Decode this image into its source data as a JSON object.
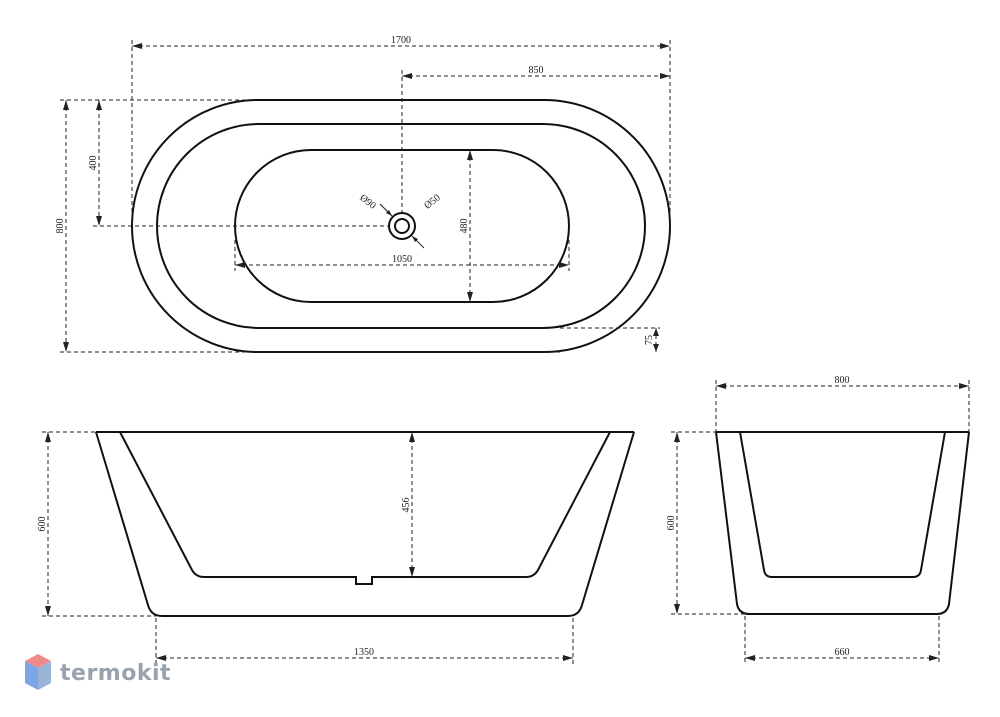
{
  "top_view": {
    "overall_length": "1700",
    "half_length": "850",
    "overall_width": "800",
    "half_width": "400",
    "basin_length": "1050",
    "basin_width": "480",
    "rim": "75",
    "drain_outer": "Ø90",
    "drain_inner": "Ø50"
  },
  "front_view": {
    "height": "600",
    "inner_depth": "456",
    "base_length": "1350"
  },
  "side_view": {
    "top_width": "800",
    "height": "600",
    "base_width": "660"
  },
  "watermark": {
    "text": "termokit",
    "colors": {
      "top": "#f08a8a",
      "left": "#7aa6e6",
      "right": "#9ab4d8"
    }
  }
}
